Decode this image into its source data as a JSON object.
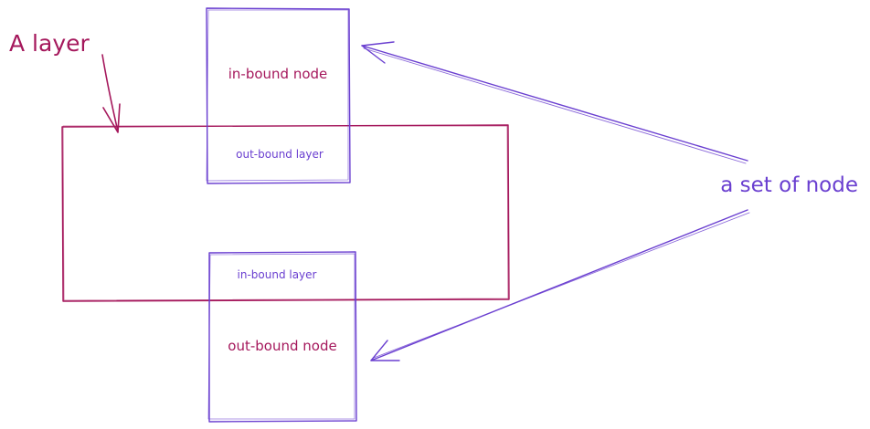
{
  "colors": {
    "layer": "#a5185c",
    "node": "#6a3fd0",
    "background": "#ffffff"
  },
  "labels": {
    "layer_callout": "A layer",
    "top_node_title": "in-bound node",
    "top_node_port": "out-bound layer",
    "bottom_node_port": "in-bound layer",
    "bottom_node_title": "out-bound node",
    "set_callout": "a set of node"
  }
}
